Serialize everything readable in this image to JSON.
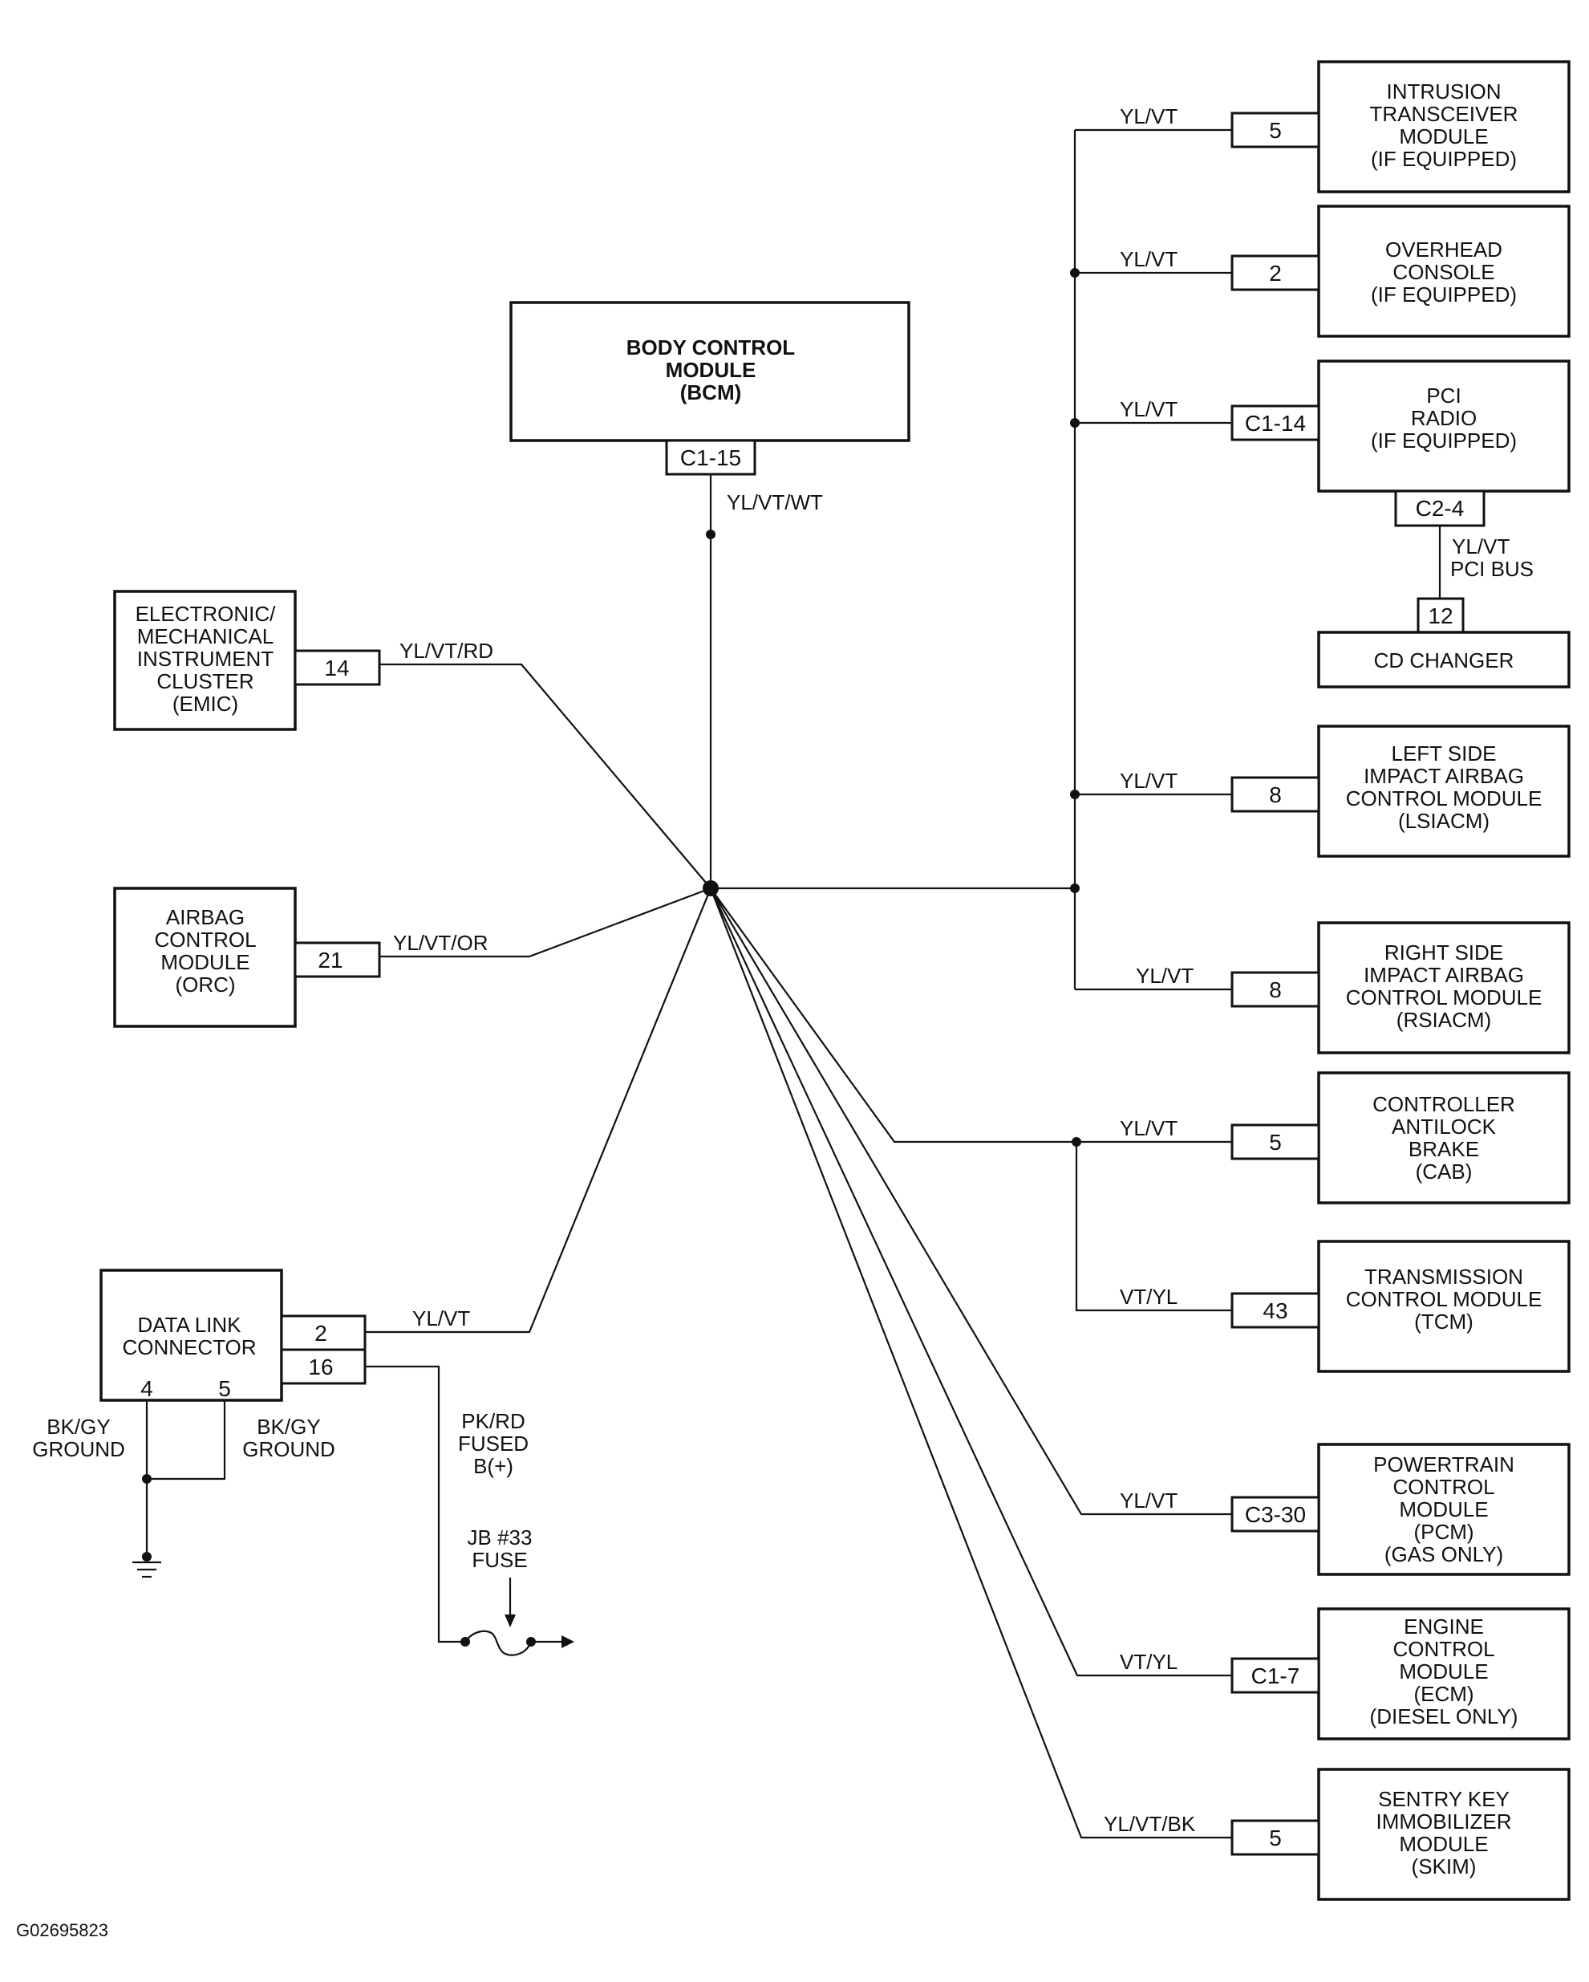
{
  "bcm": {
    "lines": [
      "BODY CONTROL",
      "MODULE",
      "(BCM)"
    ],
    "pin": "C1-15",
    "wire": "YL/VT/WT"
  },
  "emic": {
    "lines": [
      "ELECTRONIC/",
      "MECHANICAL",
      "INSTRUMENT",
      "CLUSTER",
      "(EMIC)"
    ],
    "pin": "14",
    "wire": "YL/VT/RD"
  },
  "orc": {
    "lines": [
      "AIRBAG",
      "CONTROL",
      "MODULE",
      "(ORC)"
    ],
    "pin": "21",
    "wire": "YL/VT/OR"
  },
  "dlc": {
    "lines": [
      "DATA LINK",
      "CONNECTOR"
    ],
    "pin_bus": "2",
    "wire_bus": "YL/VT",
    "pin_power": "16",
    "pin_g1": "4",
    "pin_g2": "5",
    "ground1": [
      "BK/GY",
      "GROUND"
    ],
    "ground2": [
      "BK/GY",
      "GROUND"
    ],
    "power_wire": [
      "PK/RD",
      "FUSED",
      "B(+)"
    ],
    "fuse": [
      "JB #33",
      "FUSE"
    ]
  },
  "right_modules": [
    {
      "lines": [
        "INTRUSION",
        "TRANSCEIVER",
        "MODULE",
        "(IF EQUIPPED)"
      ],
      "pin": "5",
      "wire": "YL/VT"
    },
    {
      "lines": [
        "OVERHEAD",
        "CONSOLE",
        "(IF EQUIPPED)"
      ],
      "pin": "2",
      "wire": "YL/VT"
    },
    {
      "lines": [
        "PCI",
        "RADIO",
        "(IF EQUIPPED)"
      ],
      "pin": "C1-14",
      "wire": "YL/VT"
    },
    {
      "lines": [
        "LEFT SIDE",
        "IMPACT AIRBAG",
        "CONTROL MODULE",
        "(LSIACM)"
      ],
      "pin": "8",
      "wire": "YL/VT"
    },
    {
      "lines": [
        "RIGHT SIDE",
        "IMPACT AIRBAG",
        "CONTROL MODULE",
        "(RSIACM)"
      ],
      "pin": "8",
      "wire": "YL/VT"
    },
    {
      "lines": [
        "CONTROLLER",
        "ANTILOCK",
        "BRAKE",
        "(CAB)"
      ],
      "pin": "5",
      "wire": "YL/VT"
    },
    {
      "lines": [
        "TRANSMISSION",
        "CONTROL MODULE",
        "(TCM)"
      ],
      "pin": "43",
      "wire": "VT/YL"
    },
    {
      "lines": [
        "POWERTRAIN",
        "CONTROL",
        "MODULE",
        "(PCM)",
        "(GAS ONLY)"
      ],
      "pin": "C3-30",
      "wire": "YL/VT"
    },
    {
      "lines": [
        "ENGINE",
        "CONTROL",
        "MODULE",
        "(ECM)",
        "(DIESEL ONLY)"
      ],
      "pin": "C1-7",
      "wire": "VT/YL"
    },
    {
      "lines": [
        "SENTRY KEY",
        "IMMOBILIZER",
        "MODULE",
        "(SKIM)"
      ],
      "pin": "5",
      "wire": "YL/VT/BK"
    }
  ],
  "radio_aux": {
    "pin": "C2-4",
    "wire": [
      "YL/VT",
      "PCI BUS"
    ]
  },
  "cd_changer": {
    "label": "CD CHANGER",
    "pin": "12"
  },
  "figure_id": "G02695823"
}
